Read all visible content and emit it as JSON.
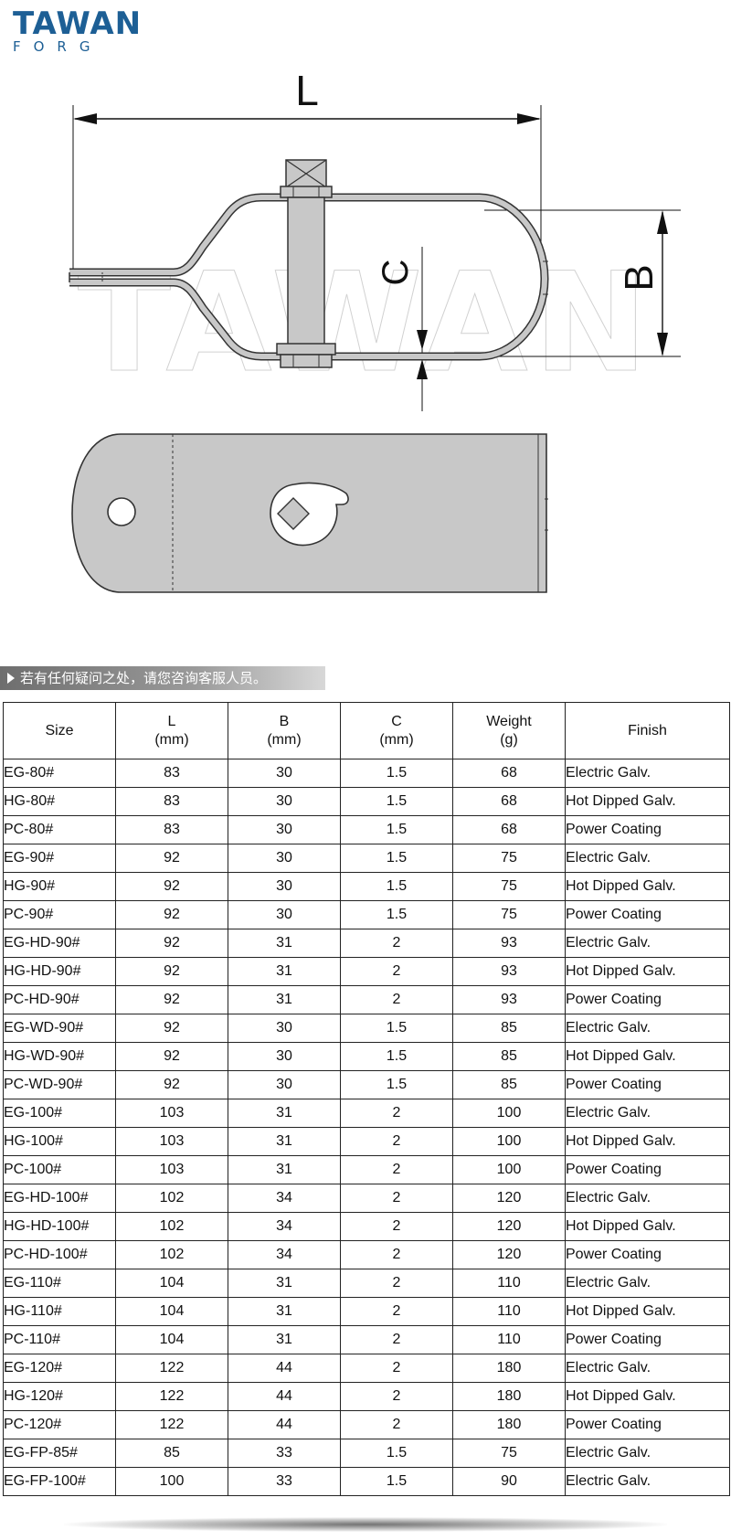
{
  "logo": {
    "line1": "TAWAN",
    "line2": "FORG",
    "color": "#1d5f95"
  },
  "drawing": {
    "dim_L": "L",
    "dim_B": "B",
    "dim_C": "C",
    "watermark": "TAWAN"
  },
  "notice": {
    "text": "若有任何疑问之处，请您咨询客服人员。"
  },
  "table": {
    "headers": [
      {
        "top": "Size",
        "bottom": ""
      },
      {
        "top": "L",
        "bottom": "(mm)"
      },
      {
        "top": "B",
        "bottom": "(mm)"
      },
      {
        "top": "C",
        "bottom": "(mm)"
      },
      {
        "top": "Weight",
        "bottom": "(g)"
      },
      {
        "top": "Finish",
        "bottom": ""
      }
    ],
    "rows": [
      [
        "EG-80#",
        "83",
        "30",
        "1.5",
        "68",
        "Electric Galv."
      ],
      [
        "HG-80#",
        "83",
        "30",
        "1.5",
        "68",
        "Hot Dipped Galv."
      ],
      [
        "PC-80#",
        "83",
        "30",
        "1.5",
        "68",
        "Power Coating"
      ],
      [
        "EG-90#",
        "92",
        "30",
        "1.5",
        "75",
        "Electric Galv."
      ],
      [
        "HG-90#",
        "92",
        "30",
        "1.5",
        "75",
        "Hot Dipped Galv."
      ],
      [
        "PC-90#",
        "92",
        "30",
        "1.5",
        "75",
        "Power Coating"
      ],
      [
        "EG-HD-90#",
        "92",
        "31",
        "2",
        "93",
        "Electric Galv."
      ],
      [
        "HG-HD-90#",
        "92",
        "31",
        "2",
        "93",
        "Hot Dipped Galv."
      ],
      [
        "PC-HD-90#",
        "92",
        "31",
        "2",
        "93",
        "Power Coating"
      ],
      [
        "EG-WD-90#",
        "92",
        "30",
        "1.5",
        "85",
        "Electric Galv."
      ],
      [
        "HG-WD-90#",
        "92",
        "30",
        "1.5",
        "85",
        "Hot Dipped Galv."
      ],
      [
        "PC-WD-90#",
        "92",
        "30",
        "1.5",
        "85",
        "Power Coating"
      ],
      [
        "EG-100#",
        "103",
        "31",
        "2",
        "100",
        "Electric Galv."
      ],
      [
        "HG-100#",
        "103",
        "31",
        "2",
        "100",
        "Hot Dipped Galv."
      ],
      [
        "PC-100#",
        "103",
        "31",
        "2",
        "100",
        "Power Coating"
      ],
      [
        "EG-HD-100#",
        "102",
        "34",
        "2",
        "120",
        "Electric Galv."
      ],
      [
        "HG-HD-100#",
        "102",
        "34",
        "2",
        "120",
        "Hot Dipped Galv."
      ],
      [
        "PC-HD-100#",
        "102",
        "34",
        "2",
        "120",
        "Power Coating"
      ],
      [
        "EG-110#",
        "104",
        "31",
        "2",
        "110",
        "Electric Galv."
      ],
      [
        "HG-110#",
        "104",
        "31",
        "2",
        "110",
        "Hot Dipped Galv."
      ],
      [
        "PC-110#",
        "104",
        "31",
        "2",
        "110",
        "Power Coating"
      ],
      [
        "EG-120#",
        "122",
        "44",
        "2",
        "180",
        "Electric Galv."
      ],
      [
        "HG-120#",
        "122",
        "44",
        "2",
        "180",
        "Hot Dipped Galv."
      ],
      [
        "PC-120#",
        "122",
        "44",
        "2",
        "180",
        "Power Coating"
      ],
      [
        "EG-FP-85#",
        "85",
        "33",
        "1.5",
        "75",
        "Electric Galv."
      ],
      [
        "EG-FP-100#",
        "100",
        "33",
        "1.5",
        "90",
        "Electric Galv."
      ]
    ]
  }
}
